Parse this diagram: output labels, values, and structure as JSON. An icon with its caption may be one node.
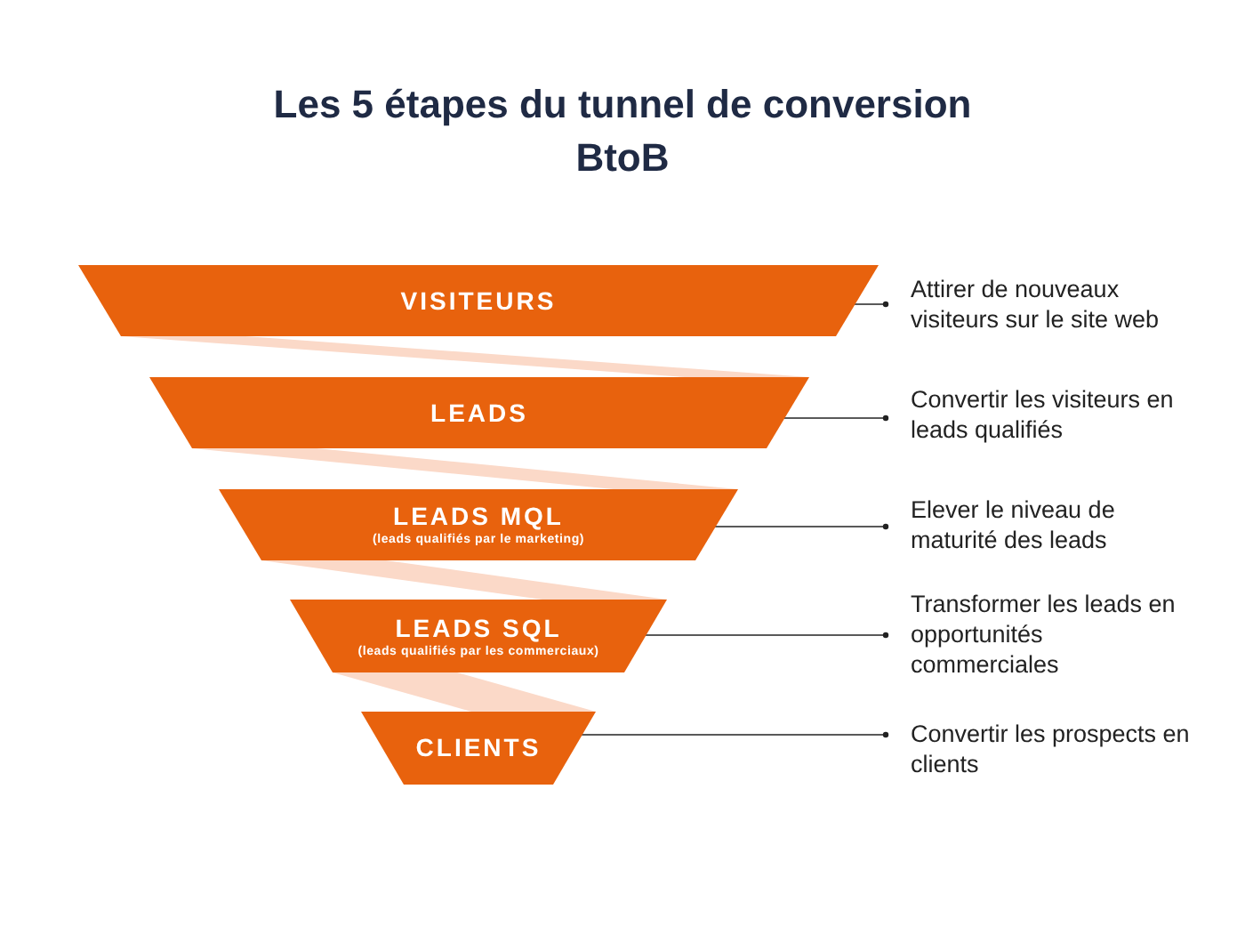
{
  "diagram": {
    "title": "Les 5 étapes du tunnel de conversion BtoB",
    "nodes": [
      {
        "text": [
          "VISITEURS"
        ]
      },
      {
        "text": [
          "LEADS"
        ]
      },
      {
        "text": [
          "LEADS MQL",
          "(leads qualifiés par le marketing)"
        ]
      },
      {
        "text": [
          "LEADS SQL",
          "(leads qualifiés par les commerciaux)"
        ]
      },
      {
        "text": [
          "CLIENTS"
        ]
      },
      {
        "text": [
          "Attirer de nouveaux visiteurs sur le site web"
        ]
      },
      {
        "text": [
          "Convertir les visiteurs en leads qualifiés"
        ]
      },
      {
        "text": [
          "Elever le niveau de maturité des leads"
        ]
      },
      {
        "text": [
          "Transformer les leads en opportunités commerciales"
        ]
      },
      {
        "text": [
          "Convertir les prospects en clients"
        ]
      },
      {
        "text": [],
        "shape": "band"
      },
      {
        "text": [],
        "shape": "band"
      },
      {
        "text": [],
        "shape": "band"
      },
      {
        "text": [],
        "shape": "band"
      }
    ],
    "edges": [
      {
        "from": 0,
        "to": 5,
        "arrow": "other"
      },
      {
        "from": 1,
        "to": 6,
        "arrow": "other"
      },
      {
        "from": 2,
        "to": 7,
        "arrow": "other"
      },
      {
        "from": 3,
        "to": 8,
        "arrow": "other"
      },
      {
        "from": 4,
        "to": 9,
        "arrow": "other"
      }
    ]
  }
}
